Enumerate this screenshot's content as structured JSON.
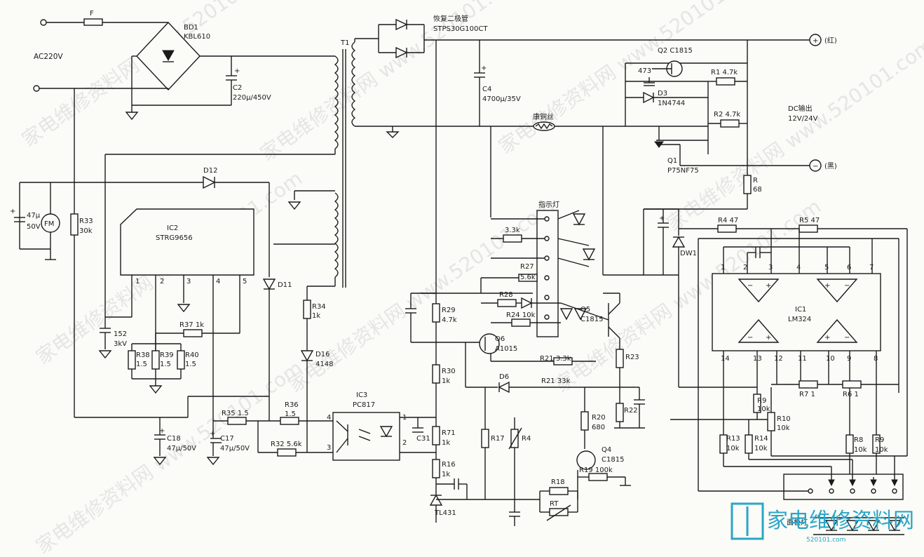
{
  "watermark": "家电维修资料网 www.520101.com",
  "logo": {
    "text": "家电维修资料网",
    "url": "520101.com"
  },
  "labels": {
    "fuse": "F",
    "bd1": "BD1",
    "bd1_part": "KBL610",
    "ac_in": "AC220V",
    "c2": "C2",
    "c2_val": "220μ/450V",
    "t1": "T1",
    "recovery_diode": "恢复二极管",
    "recovery_part": "STPS30G100CT",
    "c4": "C4",
    "c4_val": "4700μ/35V",
    "constantan": "康铜丝",
    "q2": "Q2 C1815",
    "c473": "473",
    "r1": "R1 4.7k",
    "d3": "D3",
    "d3_part": "1N4744",
    "r2": "R2 4.7k",
    "q1": "Q1",
    "q1_part": "P75NF75",
    "out_pos": "+",
    "out_pos_color": "(红)",
    "out_neg": "−",
    "out_neg_color": "(黑)",
    "dc_out": "DC输出",
    "dc_out_val": "12V/24V",
    "r68": "R",
    "r68_val": "68",
    "c47_50": "47μ",
    "c47_50b": "50V",
    "fm": "FM",
    "r33": "R33",
    "r33_val": "30k",
    "d12": "D12",
    "ic2": "IC2",
    "ic2_part": "STRG9656",
    "ic2_pins": [
      "1",
      "2",
      "3",
      "4",
      "5"
    ],
    "d11": "D11",
    "r34": "R34",
    "r34_val": "1k",
    "d16": "D16",
    "d16_part": "4148",
    "c152": "152",
    "c152_val": "3kV",
    "r37": "R37 1k",
    "r38": "R38",
    "r38_val": "1.5",
    "r39": "R39",
    "r39_val": "1.5",
    "r40": "R40",
    "r40_val": "1.5",
    "r35": "R35 1.5",
    "r36": "R36",
    "r36_val": "1.5",
    "ic3": "IC3",
    "ic3_part": "PC817",
    "ic3_pins": [
      "4",
      "3",
      "1",
      "2"
    ],
    "c18": "C18",
    "c18_val": "47μ/50V",
    "c17": "C17",
    "c17_val": "47μ/50V",
    "r32": "R32 5.6k",
    "c31": "C31",
    "indicator": "指示灯",
    "r33k": "3.3k",
    "r27": "R27",
    "r27_val": "5.6k",
    "r29": "R29",
    "r29_val": "4.7k",
    "r28": "R28",
    "r24": "R24 10k",
    "q5": "Q5",
    "q5_part": "C1815",
    "q6": "Q6",
    "q6_part": "A1015",
    "r21a": "R21 3.3k",
    "r23": "R23",
    "r30": "R30",
    "r30_val": "1k",
    "d6": "D6",
    "r21b": "R21 33k",
    "r22": "R22",
    "r71": "R71",
    "r71_val": "1k",
    "r17": "R17",
    "r4": "R4",
    "r20": "R20",
    "r20_val": "680",
    "q4": "Q4",
    "q4_part": "C1815",
    "r19": "R19 100k",
    "r16": "R16",
    "r16_val": "1k",
    "r18": "R18",
    "rt": "RT",
    "tl431": "TL431",
    "dw1": "DW1",
    "r4_47": "R4 47",
    "r5_47": "R5 47",
    "ic1": "IC1",
    "ic1_part": "LM324",
    "ic1_top_pins": [
      "1",
      "2",
      "3",
      "4",
      "5",
      "6",
      "7"
    ],
    "ic1_bot_pins": [
      "14",
      "13",
      "12",
      "11",
      "10",
      "9",
      "8"
    ],
    "r9a": "R9",
    "r9a_val": "10k",
    "r7": "R7 1",
    "r6": "R6 1",
    "r10": "R10",
    "r10_val": "10k",
    "r13": "R13",
    "r13_val": "10k",
    "r14": "R14",
    "r14_val": "10k",
    "r8": "R8",
    "r8_val": "10k",
    "r9b": "R9",
    "r9b_val": "10k",
    "panel_led": "面板灯"
  }
}
